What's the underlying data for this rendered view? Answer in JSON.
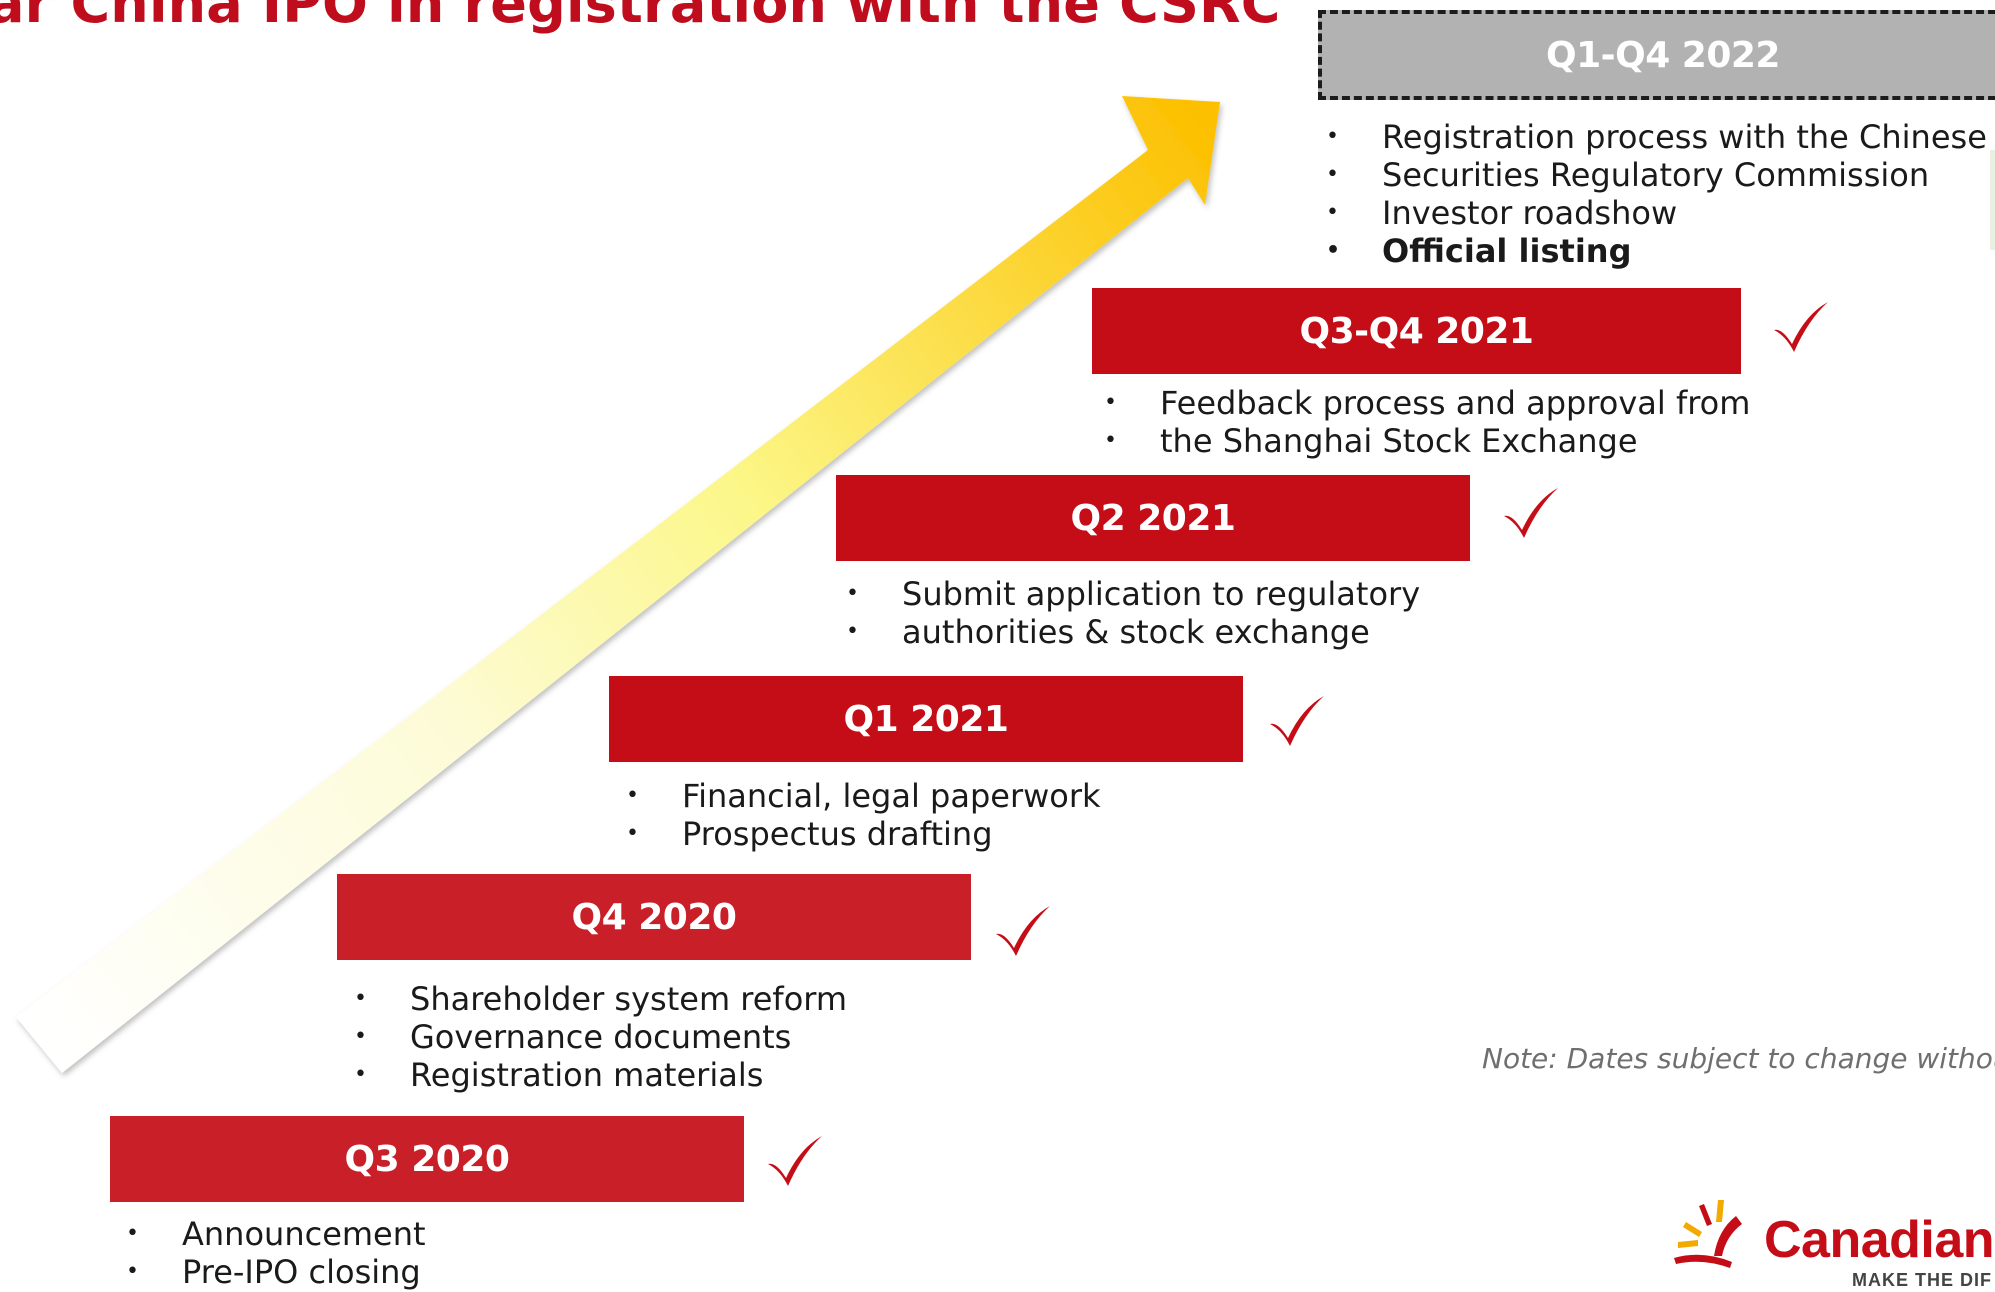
{
  "title": "ar China IPO in registration with the CSRC",
  "milestones": [
    {
      "label": "Q3 2020",
      "items": [
        "Announcement",
        "Pre-IPO closing"
      ],
      "completed": true
    },
    {
      "label": "Q4 2020",
      "items": [
        "Shareholder system reform",
        "Governance documents",
        "Registration materials"
      ],
      "completed": true
    },
    {
      "label": "Q1 2021",
      "items": [
        "Financial, legal paperwork",
        "Prospectus drafting"
      ],
      "completed": true
    },
    {
      "label": "Q2 2021",
      "items": [
        "Submit application to regulatory",
        "authorities & stock exchange"
      ],
      "completed": true
    },
    {
      "label": "Q3-Q4 2021",
      "items": [
        "Feedback process and approval from",
        "the Shanghai Stock Exchange"
      ],
      "completed": true
    },
    {
      "label": "Q1-Q4 2022",
      "items": [
        "Registration process with the Chinese",
        "Securities Regulatory Commission",
        "Investor roadshow",
        "Official listing"
      ],
      "completed": false
    }
  ],
  "note": "Note: Dates subject to change without n",
  "logo": {
    "name": "CanadianS",
    "tagline": "MAKE THE DIF"
  },
  "icons": {
    "check": "checkmark-icon",
    "arrow": "progress-arrow",
    "logo": "sun-logo-icon"
  },
  "colors": {
    "bar_dark": "#c50d17",
    "bar_mid": "#c81f28",
    "bar_pending": "#b2b2b2",
    "title": "#c00d1e",
    "check": "#c50d17"
  }
}
